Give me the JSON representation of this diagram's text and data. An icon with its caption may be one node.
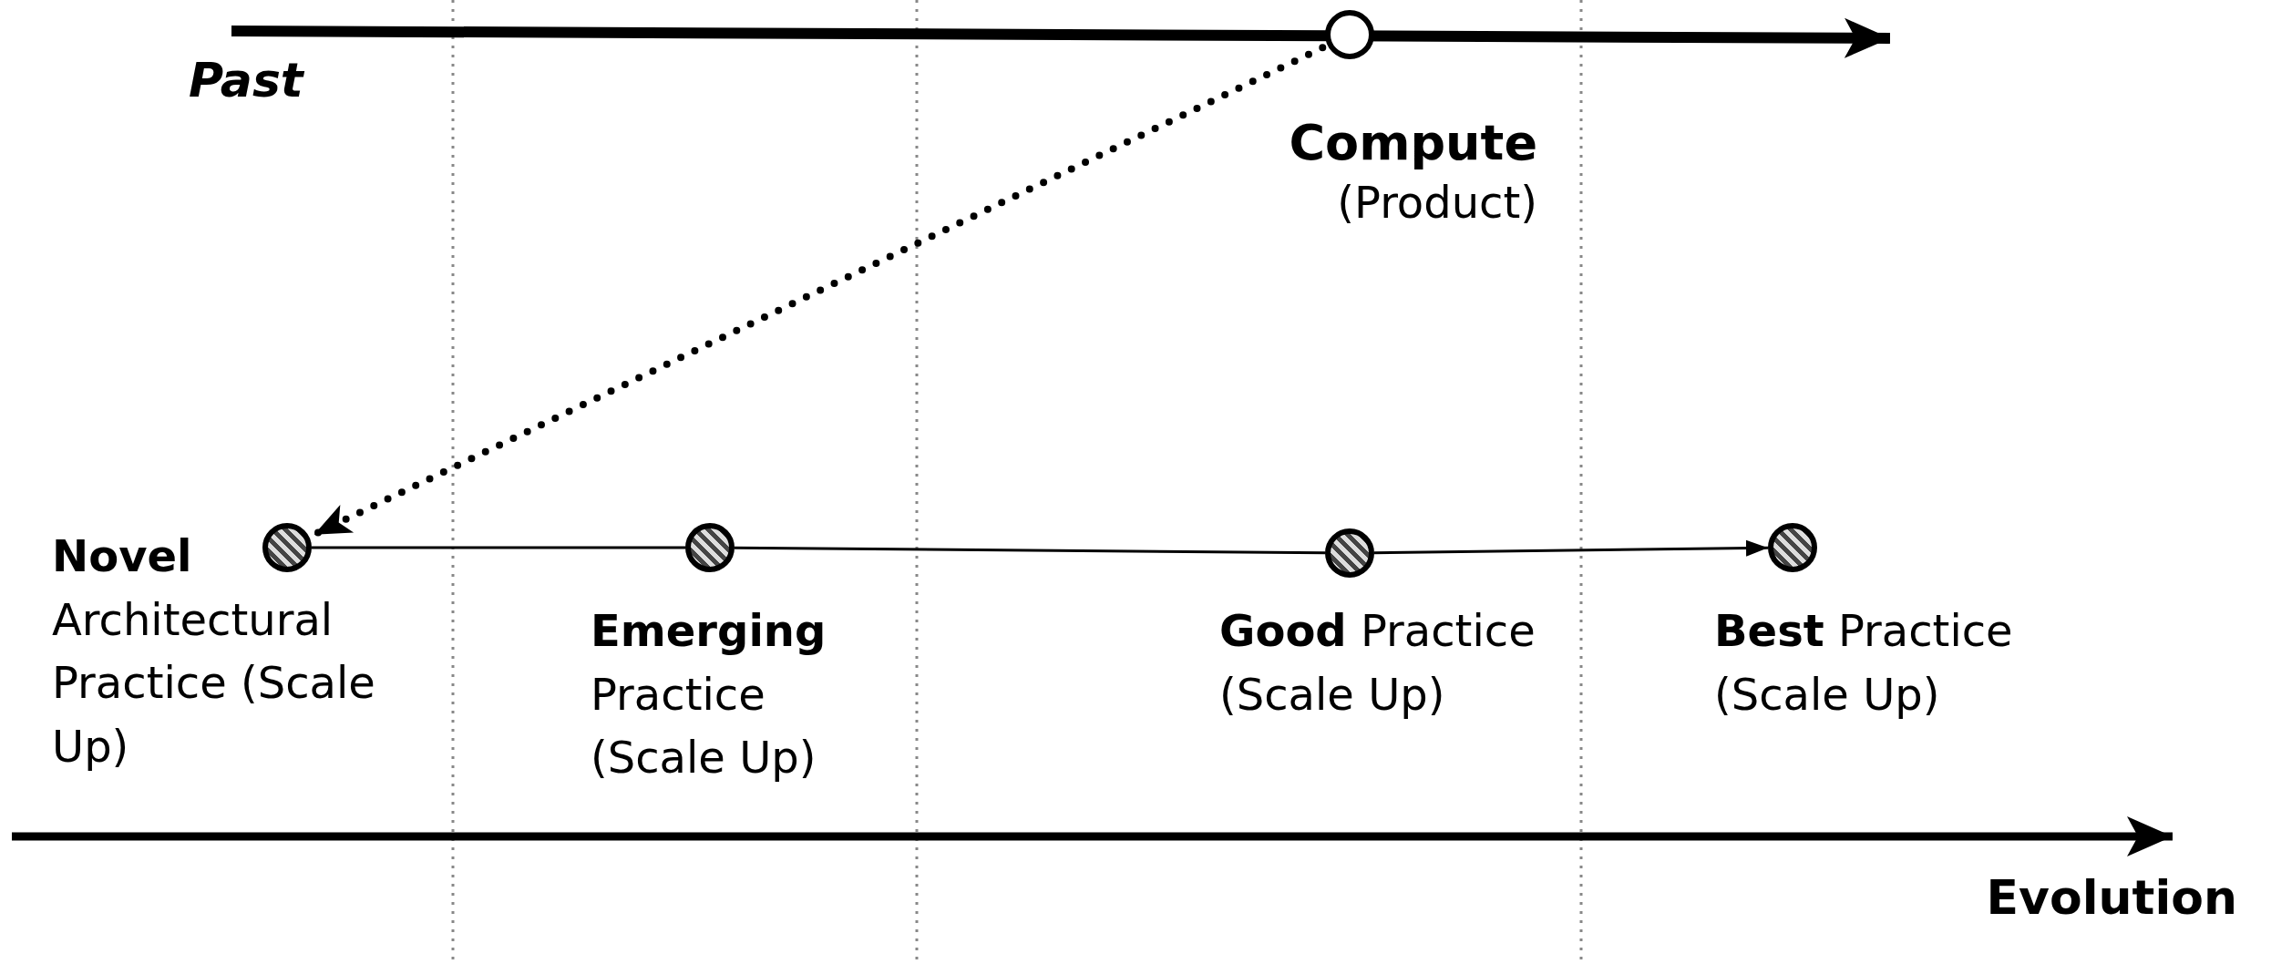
{
  "diagram": {
    "nodes": [
      {
        "text": [],
        "shape": "circle",
        "beside": [
          "**Compute**",
          "(Product)"
        ]
      },
      {
        "text": [],
        "shape": "circle",
        "beside": [
          "**Novel** Architectural Practice (Scale Up)"
        ]
      },
      {
        "text": [],
        "shape": "circle",
        "beside": [
          "**Emerging** Practice (Scale Up)"
        ]
      },
      {
        "text": [],
        "shape": "circle",
        "beside": [
          "**Good** Practice (Scale Up)"
        ]
      },
      {
        "text": [],
        "shape": "circle",
        "beside": [
          "**Best** Practice (Scale Up)"
        ]
      }
    ],
    "edges": [
      {
        "from": 0,
        "to": 1,
        "arrow": "to",
        "style": "dashed"
      },
      {
        "from": 1,
        "to": 2,
        "arrow": "none"
      },
      {
        "from": 2,
        "to": 3,
        "arrow": "none"
      },
      {
        "from": 3,
        "to": 4,
        "arrow": "to"
      }
    ],
    "labels": [
      "Past",
      "Evolution"
    ]
  }
}
